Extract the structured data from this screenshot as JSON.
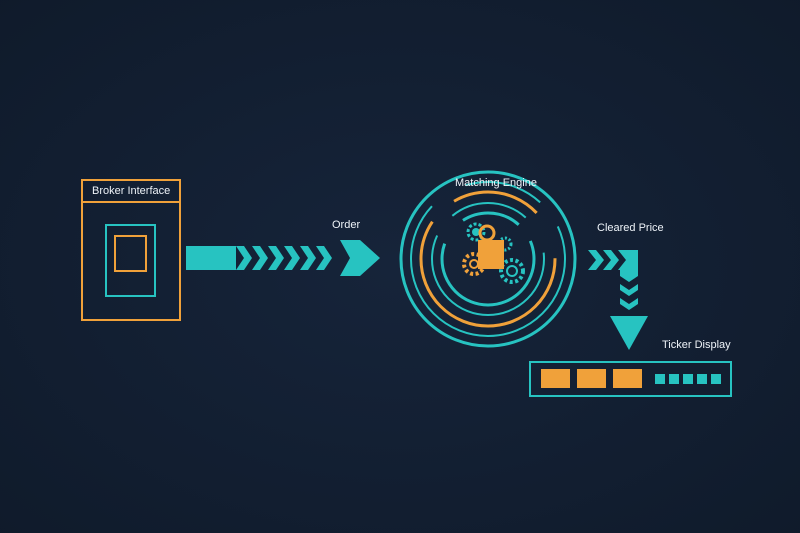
{
  "diagram": {
    "broker": {
      "label": "Broker Interface"
    },
    "order_arrow": {
      "label": "Order"
    },
    "engine": {
      "label": "Matching Engine"
    },
    "price_arrow": {
      "label": "Cleared Price"
    },
    "ticker": {
      "label": "Ticker Display"
    }
  },
  "colors": {
    "background": "#121e30",
    "teal": "#27c3c1",
    "orange": "#f0a13a",
    "text": "#eef3f8"
  },
  "icons": [
    "monitor-icon",
    "gears-icon"
  ]
}
